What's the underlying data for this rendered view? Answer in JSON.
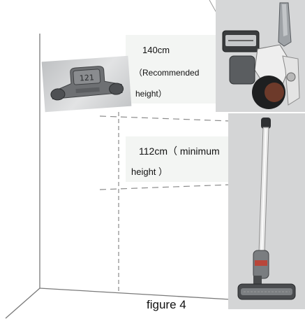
{
  "annotations": {
    "recommended": {
      "value": "140cm",
      "note": "（Recommended",
      "note_cont": "height）"
    },
    "minimum": {
      "value": "112cm（ minimum",
      "note_cont": "height ）"
    }
  },
  "caption": "figure 4",
  "colors": {
    "line": "#777777",
    "dashed": "#999999",
    "photo_bg": "#d8d8d8",
    "label_bg": "#f3f5f3"
  }
}
